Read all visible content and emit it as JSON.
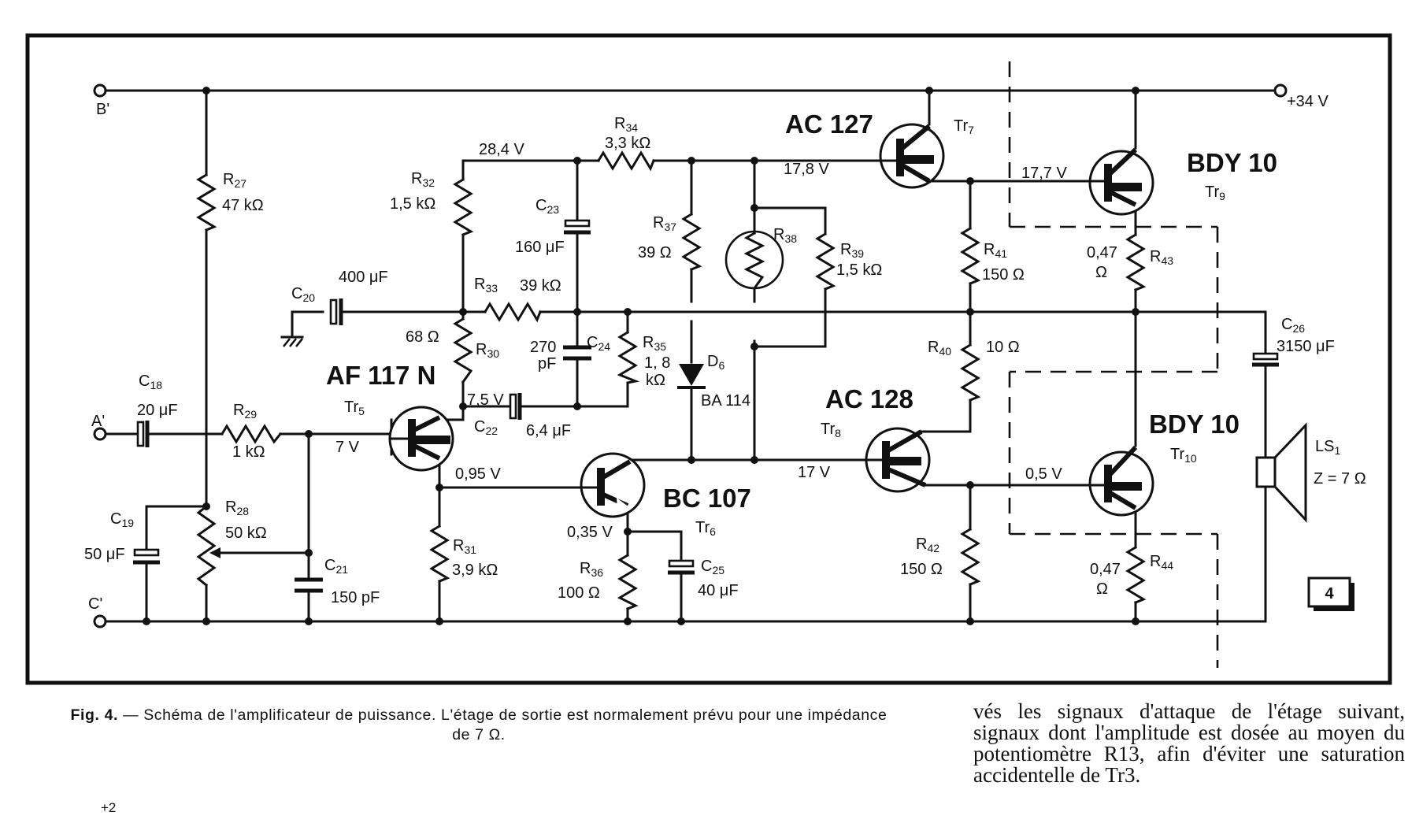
{
  "figure_number": "4",
  "supply": {
    "b_prime": "B'",
    "plus_34v": "+34 V",
    "a_prime": "A'",
    "c_prime": "C'"
  },
  "transistors": [
    {
      "type": "AF 117 N",
      "ref": "Tr",
      "sub": "5"
    },
    {
      "type": "BC 107",
      "ref": "Tr",
      "sub": "6"
    },
    {
      "type": "AC 127",
      "ref": "Tr",
      "sub": "7"
    },
    {
      "type": "AC 128",
      "ref": "Tr",
      "sub": "8"
    },
    {
      "type": "BDY 10",
      "ref": "Tr",
      "sub": "9"
    },
    {
      "type": "BDY 10",
      "ref": "Tr",
      "sub": "10"
    }
  ],
  "resistors": [
    {
      "ref": "R",
      "sub": "27",
      "value": "47 kΩ"
    },
    {
      "ref": "R",
      "sub": "28",
      "value": "50 kΩ"
    },
    {
      "ref": "R",
      "sub": "29",
      "value": "1 kΩ"
    },
    {
      "ref": "R",
      "sub": "30",
      "value": "68 Ω"
    },
    {
      "ref": "R",
      "sub": "31",
      "value": "3,9 kΩ"
    },
    {
      "ref": "R",
      "sub": "32",
      "value": "1,5 kΩ"
    },
    {
      "ref": "R",
      "sub": "33",
      "value": "39 kΩ"
    },
    {
      "ref": "R",
      "sub": "34",
      "value": "3,3 kΩ"
    },
    {
      "ref": "R",
      "sub": "35",
      "value": "1, 8",
      "value2": "kΩ"
    },
    {
      "ref": "R",
      "sub": "36",
      "value": "100 Ω"
    },
    {
      "ref": "R",
      "sub": "37",
      "value": "39 Ω"
    },
    {
      "ref": "R",
      "sub": "38",
      "value": ""
    },
    {
      "ref": "R",
      "sub": "39",
      "value": "1,5 kΩ"
    },
    {
      "ref": "R",
      "sub": "40",
      "value": "10 Ω"
    },
    {
      "ref": "R",
      "sub": "41",
      "value": "150 Ω"
    },
    {
      "ref": "R",
      "sub": "42",
      "value": "150 Ω"
    },
    {
      "ref": "R",
      "sub": "43",
      "value": "0,47",
      "value2": "Ω"
    },
    {
      "ref": "R",
      "sub": "44",
      "value": "0,47",
      "value2": "Ω"
    }
  ],
  "capacitors": [
    {
      "ref": "C",
      "sub": "18",
      "value": "20 μF"
    },
    {
      "ref": "C",
      "sub": "19",
      "value": "50 μF"
    },
    {
      "ref": "C",
      "sub": "20",
      "value": "400 μF"
    },
    {
      "ref": "C",
      "sub": "21",
      "value": "150 pF"
    },
    {
      "ref": "C",
      "sub": "22",
      "value": "6,4 μF"
    },
    {
      "ref": "C",
      "sub": "23",
      "value": "160 μF"
    },
    {
      "ref": "C",
      "sub": "24",
      "value": "270",
      "value2": "pF"
    },
    {
      "ref": "C",
      "sub": "25",
      "value": "40 μF"
    },
    {
      "ref": "C",
      "sub": "26",
      "value": "3150 μF"
    }
  ],
  "diode": {
    "ref": "D",
    "sub": "6",
    "type": "BA 114"
  },
  "speaker": {
    "ref": "LS",
    "sub": "1",
    "impedance": "Z = 7 Ω"
  },
  "voltages": [
    "28,4 V",
    "17,8 V",
    "17,7 V",
    "7,5 V",
    "7 V",
    "0,95 V",
    "0,35 V",
    "17 V",
    "0,5 V"
  ],
  "caption": {
    "label": "Fig. 4.",
    "text": " — Schéma de l'amplificateur de puissance. L'étage de sortie est normalement prévu pour une impédance de 7 Ω."
  },
  "body_text": "vés les signaux d'attaque de l'étage suivant, signaux dont l'amplitude est dosée au moyen du potentiomètre R13, afin d'éviter une saturation accidentelle de Tr3.",
  "page_number": "+2"
}
